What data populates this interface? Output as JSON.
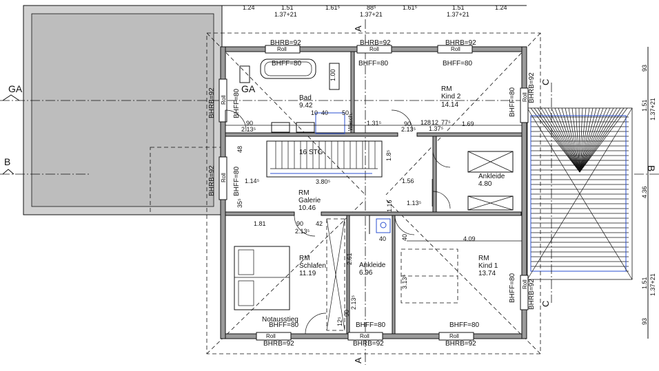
{
  "top_dims": {
    "row1": [
      "1.24",
      "1.51",
      "1.61⁵",
      "88⁵",
      "1.61⁵",
      "1.51",
      "1.24"
    ],
    "row2": [
      "1.37+21",
      "1.37+21",
      "1.37+21"
    ]
  },
  "right_dims": [
    "93",
    "1.51",
    "1.37+21",
    "4.36",
    "1.51",
    "1.37+21",
    "93"
  ],
  "section_markers": {
    "a": "A",
    "b": "B",
    "c": "C",
    "ga": "GA"
  },
  "windows": {
    "bhrb_92": "BHRB=92",
    "bhff_80": "BHFF=80",
    "roll": "Roll"
  },
  "rooms": {
    "bad": {
      "name": "Bad",
      "area": "9.42"
    },
    "kind2": {
      "prefix": "RM",
      "name": "Kind 2",
      "area": "14.14"
    },
    "galerie": {
      "prefix": "RM",
      "name": "Galerie",
      "area": "10.46"
    },
    "ankleide_top": {
      "name": "Ankleide",
      "area": "4.80"
    },
    "schlafen": {
      "prefix": "RM",
      "name": "Schlafen",
      "area": "11.19"
    },
    "ankleide_mid": {
      "name": "Ankleide",
      "area": "6.96"
    },
    "kind1": {
      "prefix": "RM",
      "name": "Kind 1",
      "area": "13.74"
    },
    "notausstieg": "Notausstieg"
  },
  "stair": {
    "label": "16 STG",
    "dim_3805": "3.80⁵",
    "dim_1145": "1.14⁵",
    "dim_185": "1.8⁵",
    "dim_156": "1.56"
  },
  "labels": {
    "d_100": "1.00",
    "d_90": "90",
    "d_2135": "2.13⁵",
    "d_10": "10",
    "d_40": "40",
    "d_50": "50",
    "d_1315": "1.31⁵",
    "d_128": "128",
    "d_12": "12",
    "d_775": "77⁵",
    "d_169": "1.69",
    "d_48": "48",
    "d_355": "35⁵",
    "d_116": "1.16",
    "d_1135": "1.13⁵",
    "d_181": "1.81",
    "d_42": "42",
    "d_261": "2.61",
    "d_409": "4.09",
    "d_3135": "3.13⁵",
    "d_125": "12⁵",
    "d_waschm": "Wasch.",
    "d_1375": "1.37⁵"
  }
}
